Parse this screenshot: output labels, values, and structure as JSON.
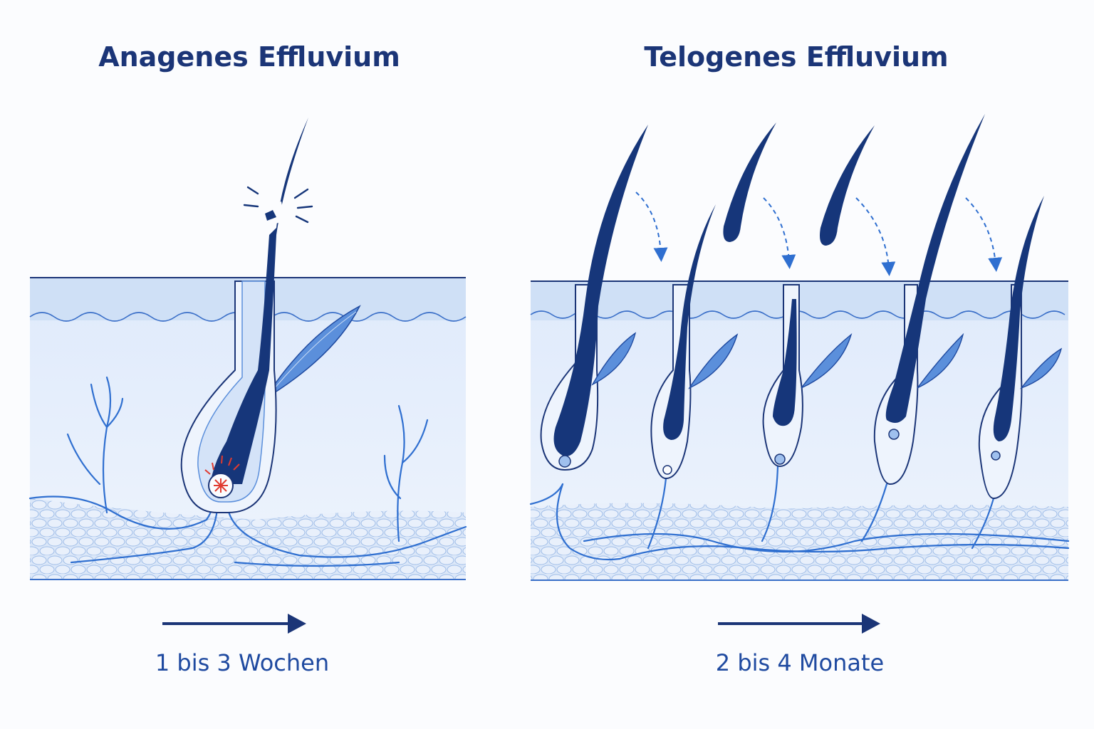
{
  "panels": {
    "anagen": {
      "title": "Anagenes Effluvium",
      "duration": "1 bis 3 Wochen"
    },
    "telogen": {
      "title": "Telogenes Effluvium",
      "duration": "2 bis 4 Monate"
    }
  },
  "colors": {
    "title": "#1b3577",
    "hair": "#16367a",
    "skin_top": "#cfe0f6",
    "skin_mid": "#e4eefb",
    "fat": "#b6cdee",
    "vessel": "#2f6fd0",
    "damage": "#e03a2f"
  }
}
